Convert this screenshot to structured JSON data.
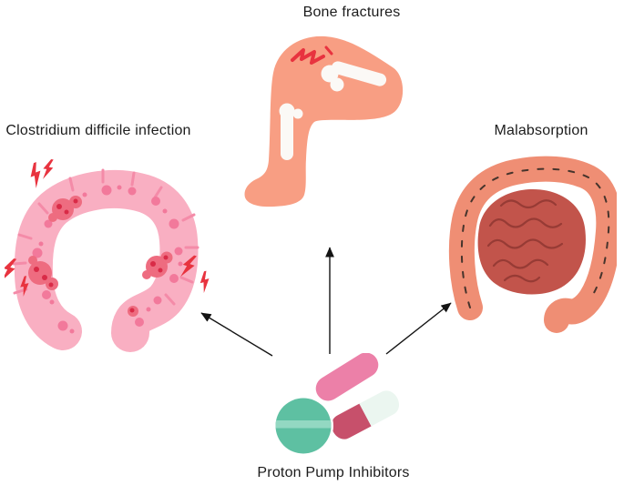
{
  "diagram": {
    "title": "Proton Pump Inhibitors",
    "effects": {
      "bone_fractures": "Bone fractures",
      "cdiff_infection": "Clostridium difficile infection",
      "malabsorption": "Malabsorption"
    },
    "colors": {
      "text": "#1C1C1C",
      "arrow": "#141414",
      "skin": "#F89E83",
      "bone_white": "#FBF9F6",
      "fracture_red": "#E8333F",
      "colon_pink": "#F9AFC2",
      "colon_crease": "#F48BA8",
      "colon_spot_pink": "#F2799B",
      "inflammation_red": "#EE6C80",
      "inflammation_dark": "#D92B47",
      "bolt_red": "#E8333F",
      "large_intestine": "#EF8E74",
      "intestine_dash": "#46342C",
      "small_intestine": "#C2544B",
      "small_intestine_line": "#973B35",
      "tablet_green": "#5EC0A2",
      "tablet_stripe": "#93D8C2",
      "pill_pink": "#EC80A8",
      "capsule_dark": "#C7506B",
      "capsule_light": "#EBF6F0"
    }
  }
}
